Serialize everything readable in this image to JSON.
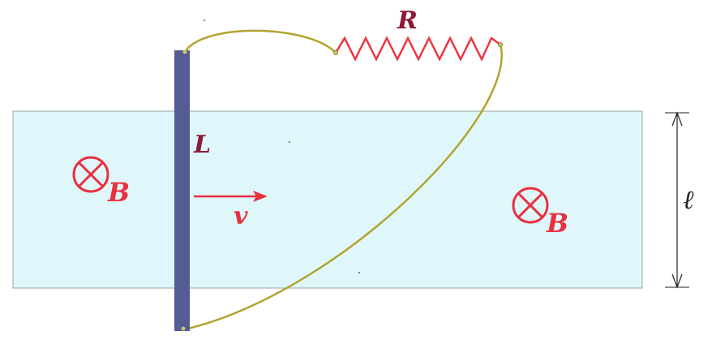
{
  "labels": {
    "resistor": "R",
    "rod": "L",
    "velocity": "v",
    "field_left": "B",
    "field_right": "B",
    "width": "ℓ"
  },
  "colors": {
    "field_region": "#dff7fa",
    "field_border": "#9aa6a8",
    "rod": "#555b94",
    "wire": "#b2a32f",
    "resistor": "#ee3344",
    "field_symbol": "#e8303f",
    "label_dark": "#8b1a36",
    "dimension": "#222222"
  }
}
